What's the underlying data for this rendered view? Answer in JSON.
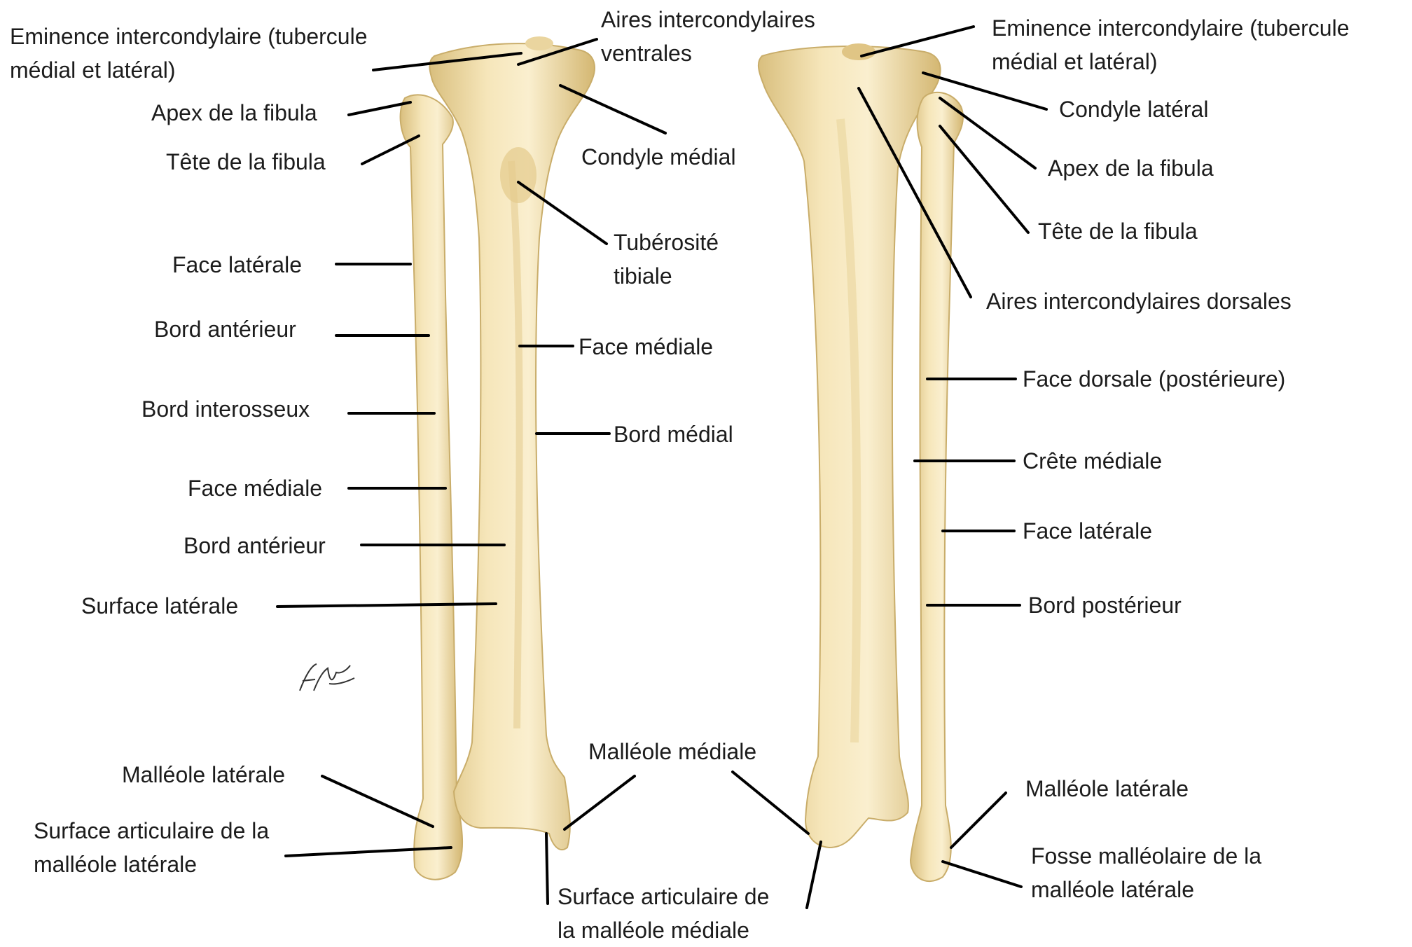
{
  "anterior_view": {
    "labels": {
      "eminence": "Eminence intercondylaire (tubercule\nmédial et latéral)",
      "aires_ventrales": "Aires intercondylaires\nventrales",
      "apex_fibula": "Apex de la fibula",
      "tete_fibula": "Tête de la fibula",
      "condyle_medial": "Condyle médial",
      "tuberosite": "Tubérosité\ntibiale",
      "face_laterale": "Face latérale",
      "bord_anterieur_fibula": "Bord antérieur",
      "face_mediale_tibia": "Face médiale",
      "bord_interosseux": "Bord interosseux",
      "bord_medial": "Bord médial",
      "face_mediale_fibula": "Face médiale",
      "bord_anterieur_tibia": "Bord antérieur",
      "surface_laterale": "Surface latérale",
      "malleole_mediale": "Malléole médiale",
      "malleole_laterale": "Malléole latérale",
      "surface_art_malleole_laterale": "Surface articulaire de la\nmalléole latérale",
      "surface_art_malleole_mediale": "Surface articulaire de\nla malléole médiale"
    }
  },
  "posterior_view": {
    "labels": {
      "eminence": "Eminence intercondylaire (tubercule\nmédial et latéral)",
      "condyle_lateral": "Condyle latéral",
      "apex_fibula": "Apex de la fibula",
      "tete_fibula": "Tête de la fibula",
      "aires_dorsales": "Aires intercondylaires dorsales",
      "face_dorsale": "Face dorsale (postérieure)",
      "crete_mediale": "Crête médiale",
      "face_laterale": "Face latérale",
      "bord_posterieur": "Bord postérieur",
      "malleole_laterale": "Malléole latérale",
      "fosse_malleolaire": "Fosse malléolaire de la\nmalléole latérale"
    }
  },
  "colors": {
    "bone": "#f2dfae",
    "bone_shadow": "#d7bb76",
    "bone_highlight": "#fbf1d4",
    "leader_line": "#000000",
    "text": "#1c1c1c"
  }
}
